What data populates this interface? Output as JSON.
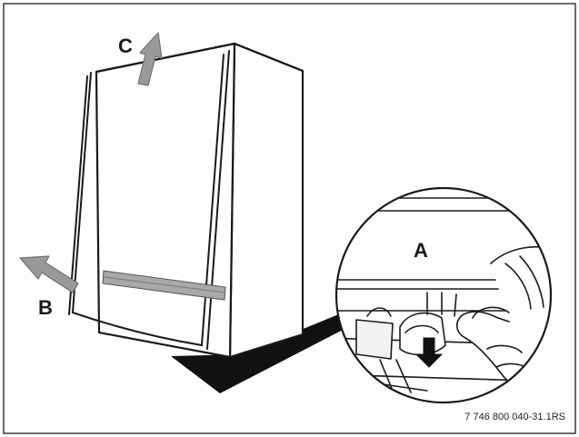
{
  "labels": {
    "a": "A",
    "b": "B",
    "c": "C"
  },
  "reference_code": "7 746 800 040-31.1RS",
  "colors": {
    "line": "#1a1a1a",
    "arrow_fill": "#9a9a9a",
    "arrow_stroke": "#707070",
    "wedge": "#111111",
    "panel_stripe": "#a8a8a8",
    "frame": "#3a3a3a"
  },
  "icons": {
    "arrow_b": "arrow-up-left-icon",
    "arrow_c": "arrow-up-right-icon",
    "arrow_detail": "arrow-down-icon"
  }
}
